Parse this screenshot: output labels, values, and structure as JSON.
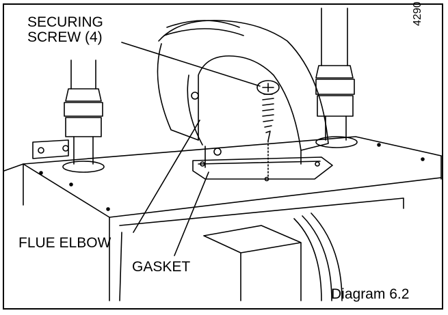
{
  "labels": {
    "securing_screw_line1": "SECURING",
    "securing_screw_line2": "SCREW (4)",
    "flue_elbow": "FLUE ELBOW",
    "gasket": "GASKET",
    "caption": "Diagram 6.2",
    "reference": "4290"
  },
  "colors": {
    "line": "#000000",
    "background": "#ffffff"
  }
}
